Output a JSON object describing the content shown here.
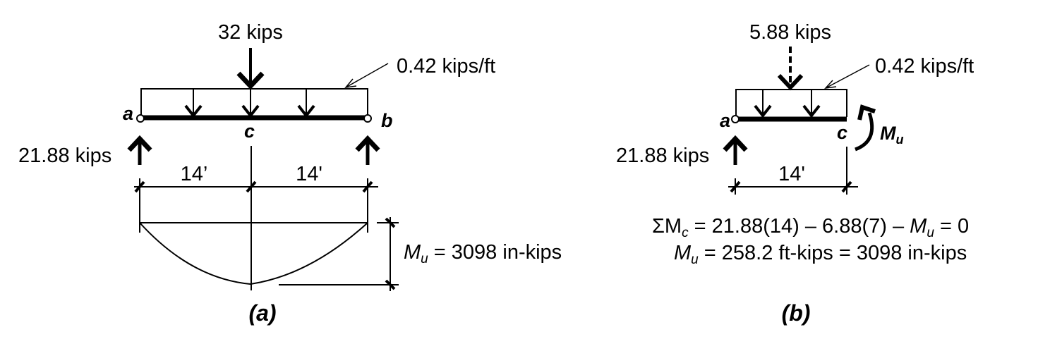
{
  "panel_a": {
    "point_load": "32 kips",
    "distributed_load": "0.42 kips/ft",
    "point_a": "a",
    "point_b": "b",
    "point_c": "c",
    "reaction": "21.88 kips",
    "span_left": "14’",
    "span_right": "14'",
    "moment_symbol": "M",
    "moment_subscript": "u",
    "moment_value": " = 3098 in-kips",
    "caption": "(a)"
  },
  "panel_b": {
    "point_load": "5.88 kips",
    "distributed_load": "0.42 kips/ft",
    "point_a": "a",
    "point_c": "c",
    "moment_symbol": "M",
    "moment_subscript": "u",
    "reaction": "21.88 kips",
    "span": "14'",
    "eq1_prefix": "ΣM",
    "eq1_sub": "c",
    "eq1_mid": " = 21.88(14) – 6.88(7) – ",
    "eq1_m": "M",
    "eq1_m_sub": "u",
    "eq1_end": " = 0",
    "eq2_m": "M",
    "eq2_m_sub": "u",
    "eq2_rest": " = 258.2 ft-kips = 3098 in-kips",
    "caption": "(b)"
  }
}
